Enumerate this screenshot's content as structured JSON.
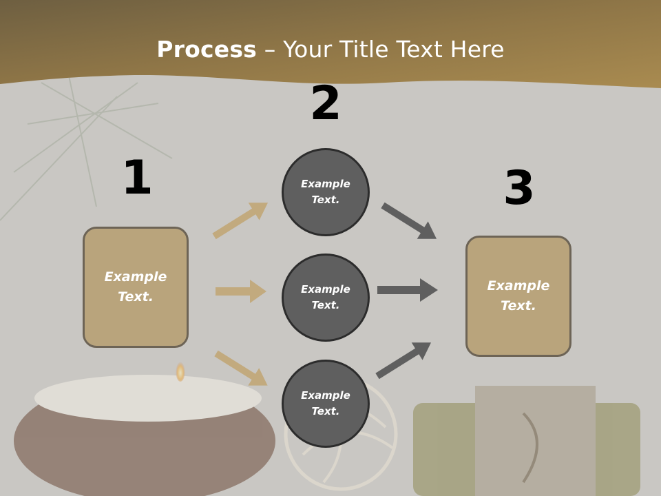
{
  "title": {
    "bold": "Process",
    "rest": " – Your Title Text Here"
  },
  "steps": [
    {
      "number": "1",
      "label": "Example Text."
    },
    {
      "number": "2",
      "label": "Example Text."
    },
    {
      "number": "3",
      "label": "Example Text."
    }
  ],
  "circles": [
    {
      "label": "Example Text."
    },
    {
      "label": "Example Text."
    },
    {
      "label": "Example Text."
    }
  ],
  "colors": {
    "header_band": "#8c7447",
    "box_fill": "#b9a47c",
    "box_border": "#6d6456",
    "circle_fill": "#5f5f5f",
    "circle_border": "#2c2c2c",
    "arrow_in": "#c2aa7e",
    "arrow_out": "#5f5f5f"
  }
}
